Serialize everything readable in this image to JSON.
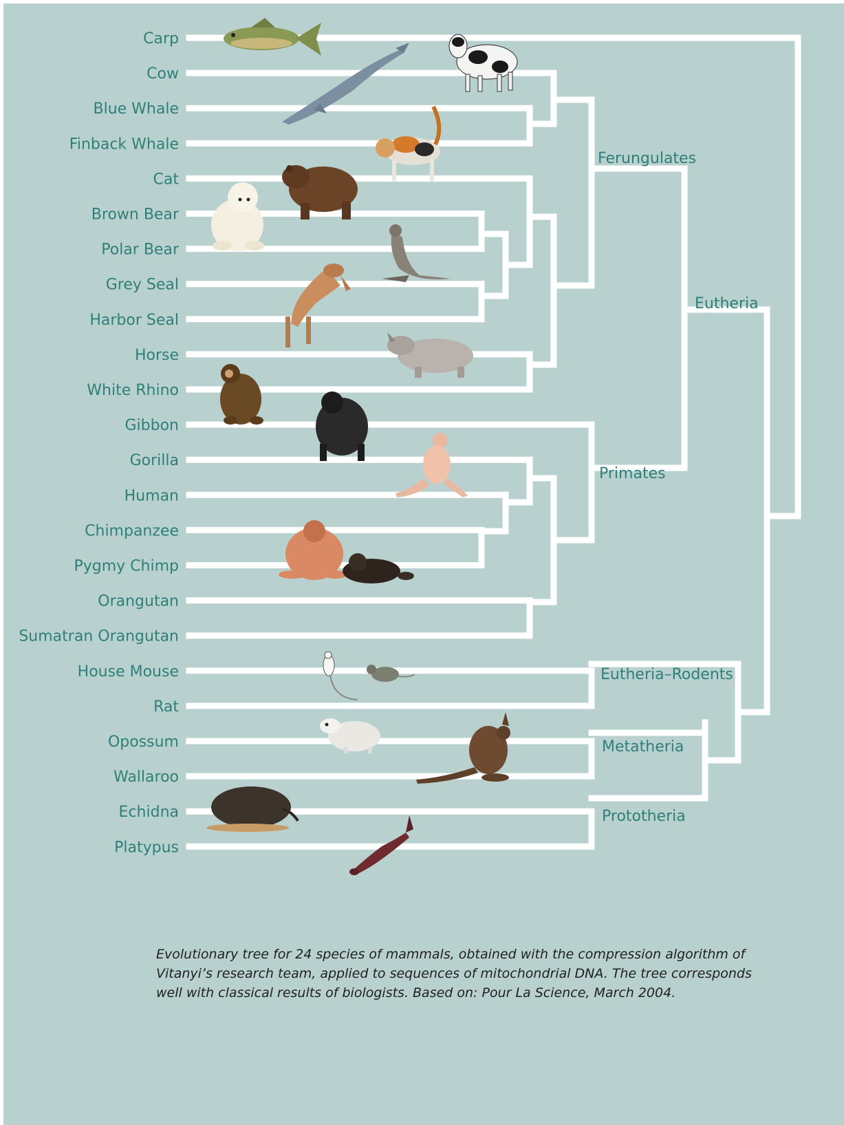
{
  "diagram": {
    "type": "phylogenetic-tree",
    "species": [
      {
        "name": "Carp",
        "icon": "fish-icon"
      },
      {
        "name": "Cow",
        "icon": "cow-icon"
      },
      {
        "name": "Blue Whale",
        "icon": "whale-icon"
      },
      {
        "name": "Finback Whale",
        "icon": null
      },
      {
        "name": "Cat",
        "icon": "cat-icon"
      },
      {
        "name": "Brown Bear",
        "icon": "bear-icon"
      },
      {
        "name": "Polar Bear",
        "icon": "polar-bear-icon"
      },
      {
        "name": "Grey Seal",
        "icon": "seal-icon"
      },
      {
        "name": "Harbor Seal",
        "icon": null
      },
      {
        "name": "Horse",
        "icon": "horse-icon"
      },
      {
        "name": "White Rhino",
        "icon": "rhino-icon"
      },
      {
        "name": "Gibbon",
        "icon": "gibbon-icon"
      },
      {
        "name": "Gorilla",
        "icon": "gorilla-icon"
      },
      {
        "name": "Human",
        "icon": "human-icon"
      },
      {
        "name": "Chimpanzee",
        "icon": "chimpanzee-icon"
      },
      {
        "name": "Pygmy Chimp",
        "icon": null
      },
      {
        "name": "Orangutan",
        "icon": "orangutan-icon"
      },
      {
        "name": "Sumatran Orangutan",
        "icon": null
      },
      {
        "name": "House Mouse",
        "icon": "mouse-icon"
      },
      {
        "name": "Rat",
        "icon": "rat-icon"
      },
      {
        "name": "Opossum",
        "icon": "opossum-icon"
      },
      {
        "name": "Wallaroo",
        "icon": "wallaroo-icon"
      },
      {
        "name": "Echidna",
        "icon": "echidna-icon"
      },
      {
        "name": "Platypus",
        "icon": "platypus-icon"
      }
    ],
    "clades": [
      {
        "id": "ferungulates",
        "label": "Ferungulates"
      },
      {
        "id": "primates",
        "label": "Primates"
      },
      {
        "id": "eutheria",
        "label": "Eutheria"
      },
      {
        "id": "eutheria-rodents",
        "label": "Eutheria–Rodents"
      },
      {
        "id": "metatheria",
        "label": "Metatheria"
      },
      {
        "id": "prototheria",
        "label": "Prototheria"
      }
    ]
  },
  "caption": "Evolutionary tree for 24 species of mammals, obtained with the compression algorithm of Vitanyi’s research team, applied to sequences of mitochondrial DNA. The tree corresponds well with classical results of biologists. Based on: Pour La Science, March 2004.",
  "colors": {
    "background": "#b8d1cf",
    "branch": "#ffffff",
    "label": "#2f7f78",
    "caption": "#1f1f1f"
  }
}
